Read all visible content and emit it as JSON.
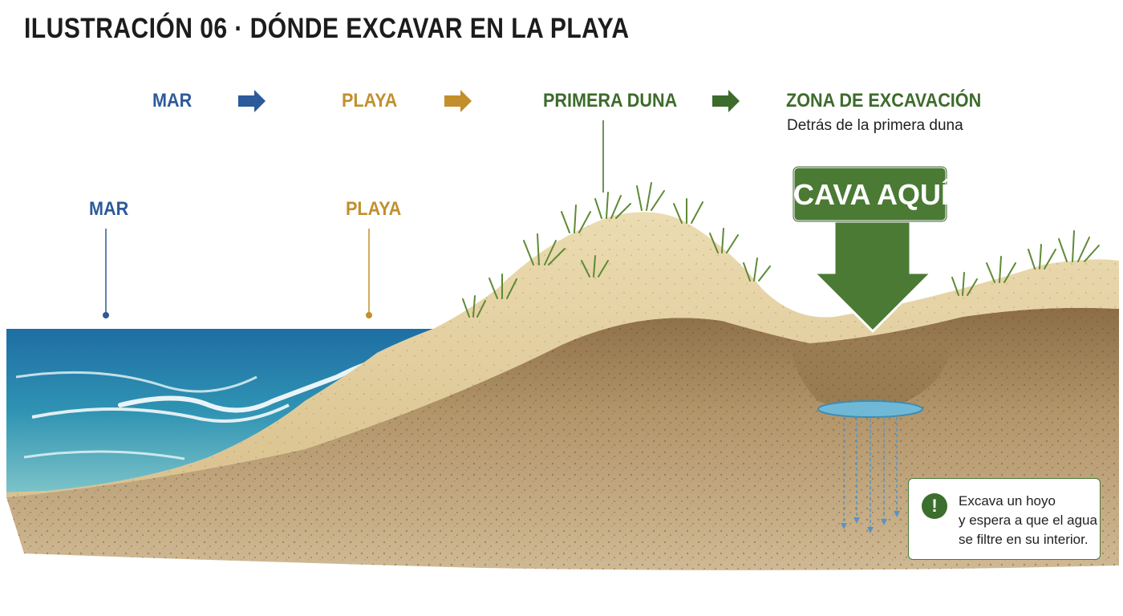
{
  "title": "ILUSTRACIÓN 06 · DÓNDE EXCAVAR EN LA PLAYA",
  "flow": {
    "steps": [
      {
        "label": "MAR",
        "color": "#2c5a9a"
      },
      {
        "label": "PLAYA",
        "color": "#c28f2c"
      },
      {
        "label": "PRIMERA DUNA",
        "color": "#3d6b2b"
      },
      {
        "label": "ZONA DE EXCAVACIÓN",
        "color": "#3d6b2b"
      }
    ],
    "subtitle": "Detrás de la primera duna"
  },
  "markers": {
    "sea": "MAR",
    "beach": "PLAYA"
  },
  "callout": {
    "label": "CAVA AQUÍ",
    "color": "#4b7a34"
  },
  "note": {
    "icon": "exclamation-icon",
    "lines": [
      "Excava un hoyo",
      "y espera a que el agua",
      "se filtre en su interior."
    ]
  },
  "colors": {
    "sea": "#2a8bb0",
    "sand_light": "#e8d6a8",
    "sand_dark": "#a7885a",
    "grass": "#6f9a3c"
  }
}
